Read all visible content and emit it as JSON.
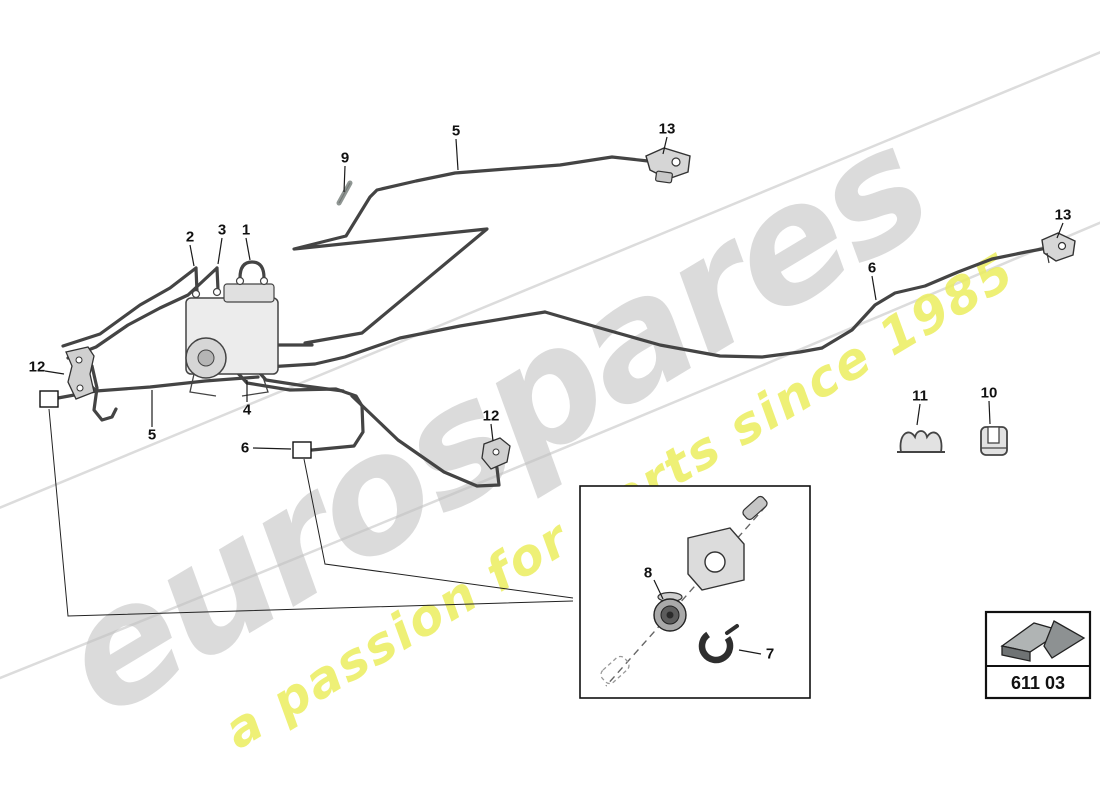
{
  "watermark": {
    "brand": "eurospares",
    "tagline": "a passion for parts since 1985",
    "brand_color": "#bfbfbf",
    "tagline_color": "#ecee5f"
  },
  "part_code_box": {
    "code": "611 03"
  },
  "callouts": [
    {
      "label": "5"
    },
    {
      "label": "9"
    },
    {
      "label": "13"
    },
    {
      "label": "13"
    },
    {
      "label": "2"
    },
    {
      "label": "3"
    },
    {
      "label": "1"
    },
    {
      "label": "6"
    },
    {
      "label": "12"
    },
    {
      "label": "5"
    },
    {
      "label": "4"
    },
    {
      "label": "6"
    },
    {
      "label": "12"
    },
    {
      "label": "11"
    },
    {
      "label": "10"
    },
    {
      "label": "8"
    },
    {
      "label": "7"
    }
  ],
  "pipe_colors": {
    "purple": "#8a2076",
    "red": "#cb2128",
    "teal": "#2d98a0",
    "green": "#207b35",
    "yellow": "#d0c232",
    "orange": "#c07d22",
    "gray": "#98a09c"
  }
}
